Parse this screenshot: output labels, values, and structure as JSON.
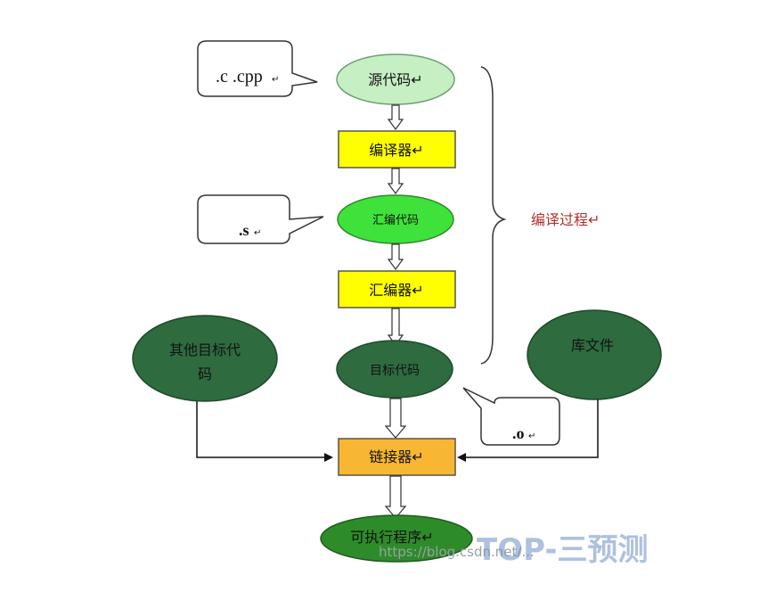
{
  "nodes": {
    "source": "源代码↵",
    "compiler": "编译器↵",
    "asm_code": "汇编代码",
    "assembler": "汇编器↵",
    "object_code": "目标代码",
    "linker": "链接器↵",
    "executable": "可执行程序↵",
    "other_objects_line1": "其他目标代",
    "other_objects_line2": "码",
    "library": "库文件"
  },
  "callouts": {
    "source_ext": ".c .cpp",
    "asm_ext": ".s",
    "obj_ext": ".o"
  },
  "brace_label": "编译过程↵",
  "watermark": {
    "url": "https://blog.csdn.net/...",
    "logo": "TOP-三预测"
  },
  "colors": {
    "light_green": "#c6efc4",
    "bright_green": "#3fe23a",
    "dark_green": "#2e6b3f",
    "yellow_box": "#ffff00",
    "orange_box": "#f7b733",
    "side_label": "#b0302e"
  }
}
